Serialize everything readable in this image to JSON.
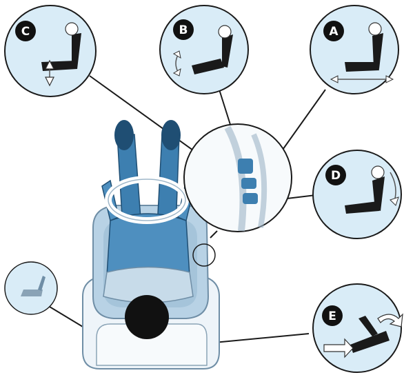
{
  "callouts": [
    {
      "id": "C",
      "label": "C",
      "icon": "seat-height-adjust-icon"
    },
    {
      "id": "B",
      "label": "B",
      "icon": "seat-tilt-adjust-icon"
    },
    {
      "id": "A",
      "label": "A",
      "icon": "seat-slide-adjust-icon"
    },
    {
      "id": "D",
      "label": "D",
      "icon": "seatback-recline-icon"
    },
    {
      "id": "E",
      "label": "E",
      "icon": "seat-cushion-extension-icon"
    }
  ],
  "colors": {
    "bubble_fill": "#d9ecf7",
    "bubble_stroke": "#1a1a1a",
    "driver_blue": "#3d7fb0",
    "seat_blue": "#a9c7dd",
    "hair": "#111111",
    "badge": "#111111"
  }
}
